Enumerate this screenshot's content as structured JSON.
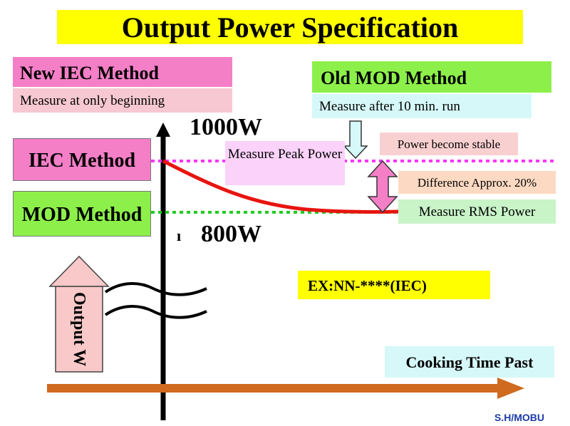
{
  "title": "Output Power Specification",
  "new_iec": {
    "label": "New IEC Method",
    "description": "Measure at only beginning"
  },
  "old_mod": {
    "label": "Old MOD Method",
    "description": "Measure after 10 min. run"
  },
  "method_labels": {
    "iec": "IEC Method",
    "mod": "MOD Method"
  },
  "levels": {
    "high": "1000W",
    "low": "800W",
    "low_tick": "ı"
  },
  "callouts": {
    "measure_peak": "Measure Peak Power",
    "power_stable": "Power become stable",
    "difference": "Difference Approx. 20%",
    "measure_rms": "Measure RMS Power"
  },
  "example": "EX:NN-****(IEC)",
  "x_axis_label": "Cooking Time Past",
  "y_axis_label": "Output W",
  "credit": "S.H/MOBU",
  "colors": {
    "title_bg": "#ffff00",
    "iec_pink": "#f47fc7",
    "mod_green": "#8df04a",
    "curve_red": "#e8140f",
    "time_arrow": "#d06a1e",
    "iec_line": "#ff33ff",
    "mod_line": "#22cc22"
  }
}
